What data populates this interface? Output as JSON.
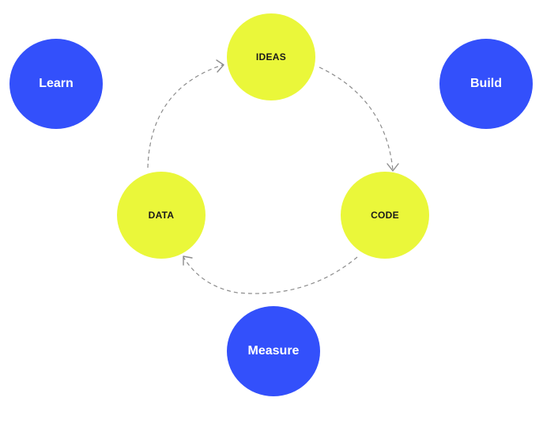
{
  "colors": {
    "stage_fill": "#3350fb",
    "artifact_fill": "#eaf73a",
    "arrow_stroke": "#8c8c8c"
  },
  "stages": {
    "learn": "Learn",
    "build": "Build",
    "measure": "Measure"
  },
  "artifacts": {
    "ideas": "IDEAS",
    "code": "CODE",
    "data": "DATA"
  },
  "cycle": [
    {
      "from": "IDEAS",
      "to": "CODE"
    },
    {
      "from": "CODE",
      "to": "DATA"
    },
    {
      "from": "DATA",
      "to": "IDEAS"
    }
  ]
}
